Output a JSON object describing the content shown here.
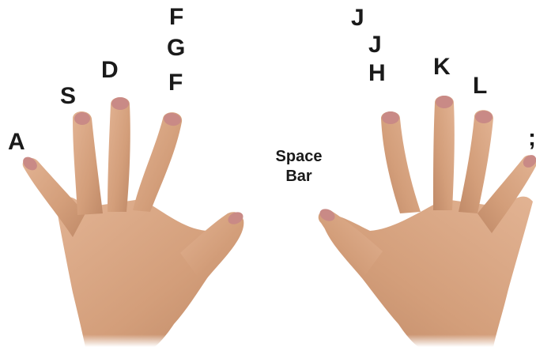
{
  "left_hand": {
    "a": "A",
    "s": "S",
    "d": "D",
    "f_top": "F",
    "g": "G",
    "f_home": "F"
  },
  "right_hand": {
    "j_top": "J",
    "j_mid": "J",
    "h": "H",
    "k": "K",
    "l": "L",
    "semicolon": ";"
  },
  "space_bar": {
    "line1": "Space",
    "line2": "Bar"
  },
  "colors": {
    "skin": "#d9a682",
    "skin_shadow": "#b98463",
    "nail": "#c98a86",
    "text": "#1a1a1a"
  }
}
